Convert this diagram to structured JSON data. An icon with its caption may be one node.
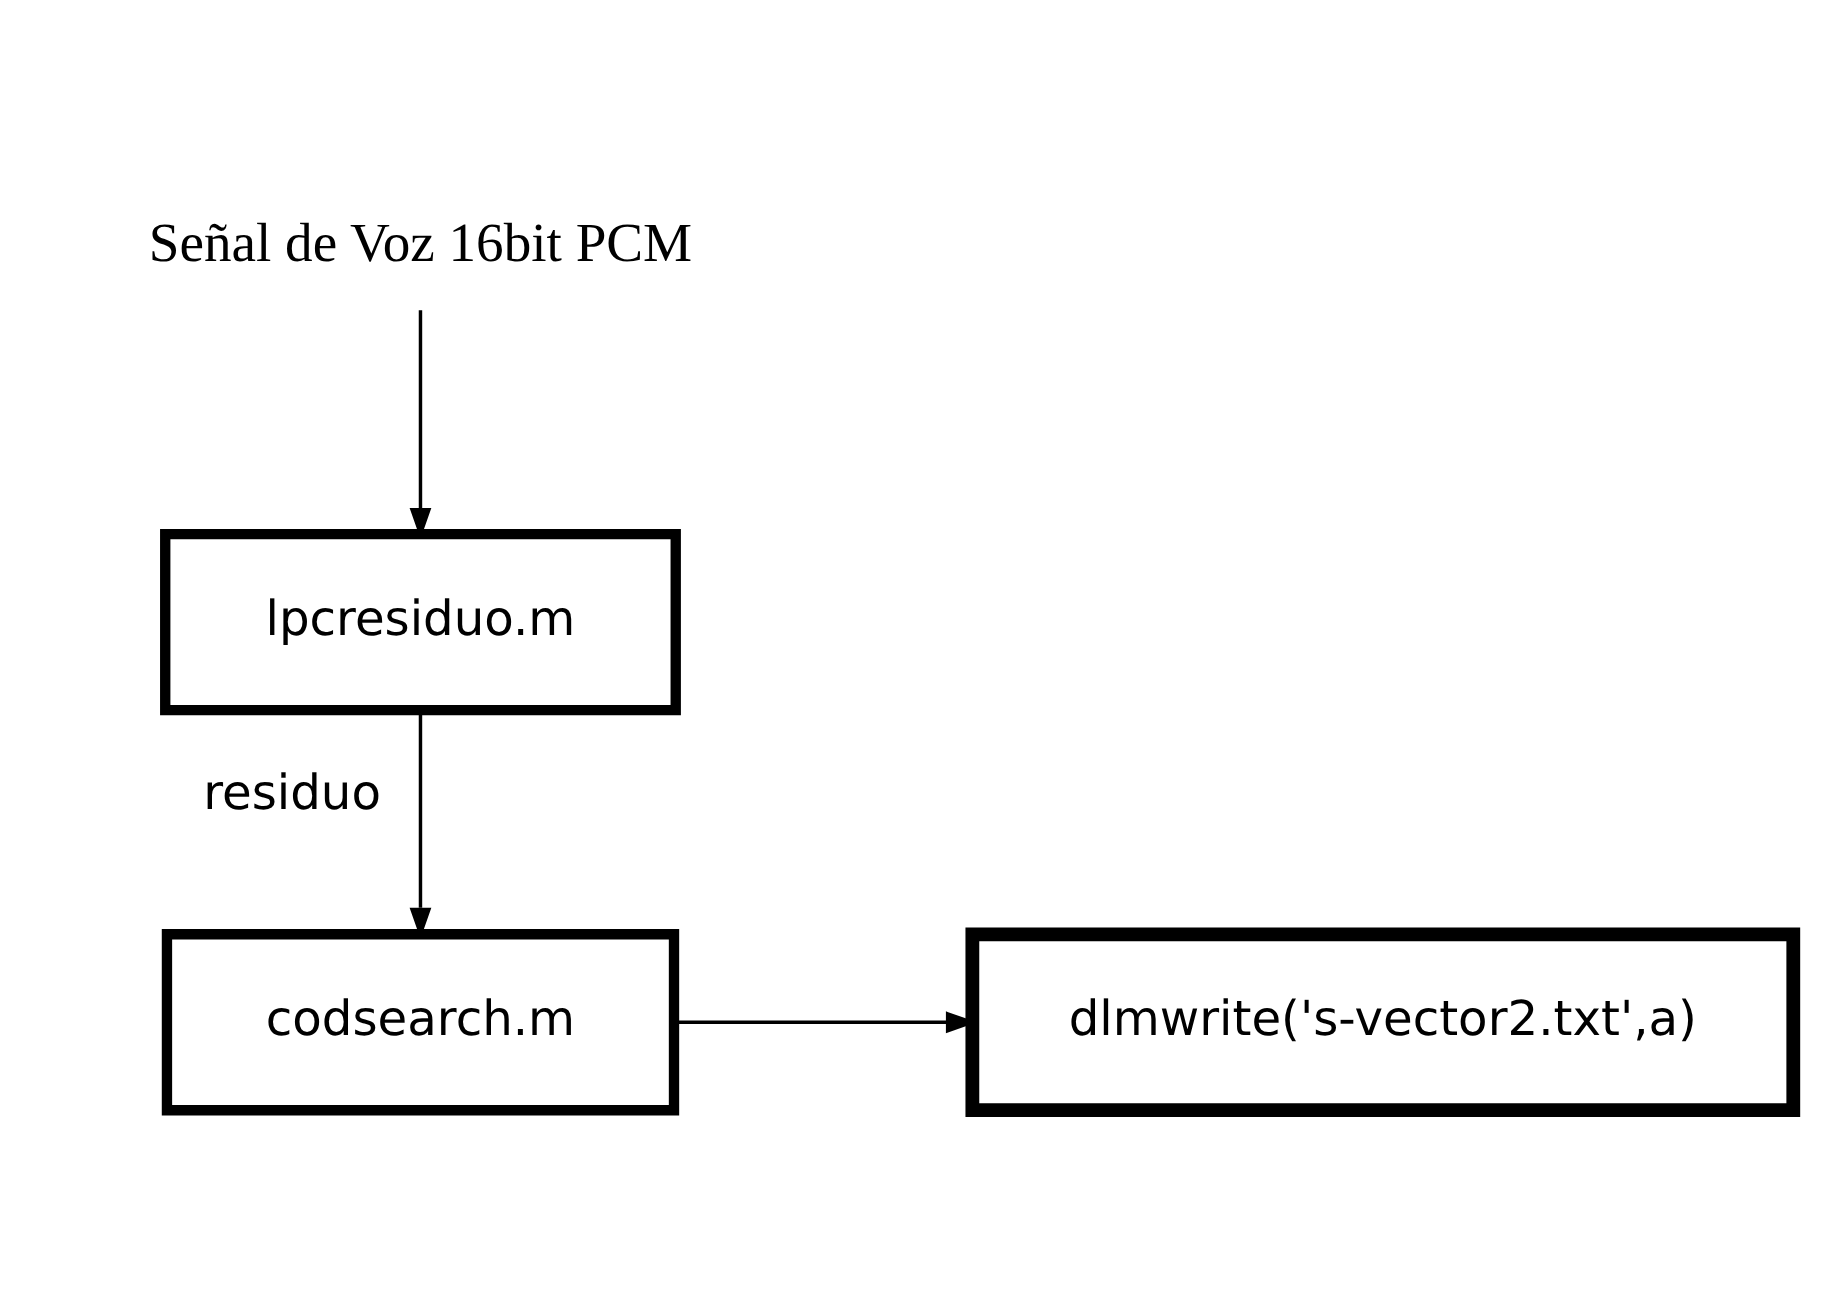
{
  "diagram": {
    "nodes": [
      {
        "text": [
          "Señal de Voz 16bit PCM"
        ]
      },
      {
        "text": [
          "lpcresiduo.m"
        ]
      },
      {
        "text": [
          "dlmwrite('s-vector2.txt',a)"
        ]
      },
      {
        "text": [
          "codsearch.m"
        ]
      }
    ],
    "edges": [
      {
        "from": 0,
        "to": 1,
        "arrow": "to"
      },
      {
        "from": 1,
        "to": 3,
        "arrow": "to",
        "label": "residuo"
      },
      {
        "from": 3,
        "to": 2,
        "arrow": "to"
      }
    ]
  }
}
